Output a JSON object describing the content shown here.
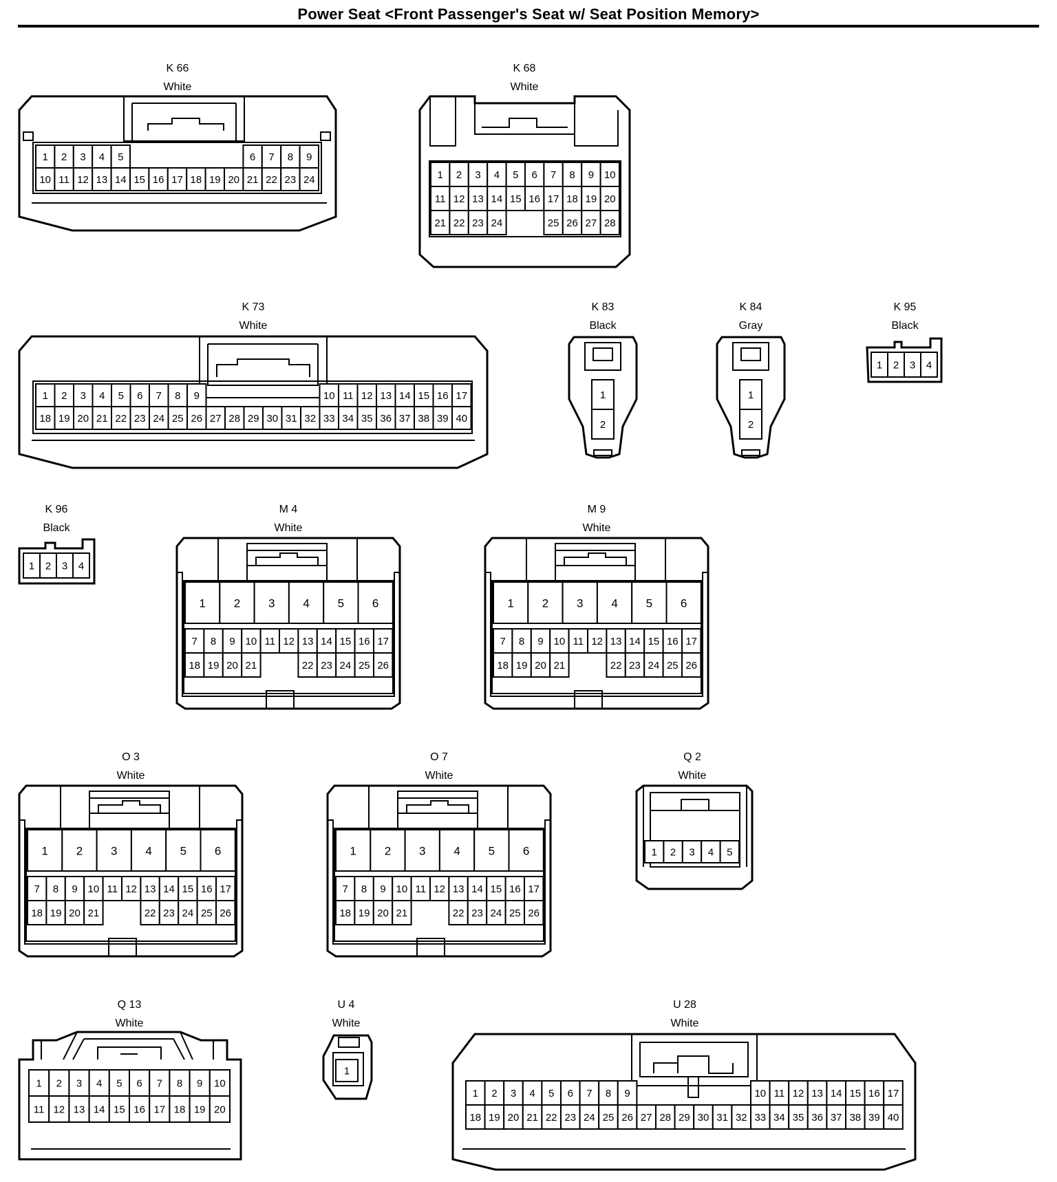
{
  "title": "Power Seat <Front Passenger's Seat w/ Seat Position Memory>",
  "connectors": [
    {
      "id": "K 66",
      "color": "White",
      "rows": [
        [
          "1",
          "2",
          "3",
          "4",
          "5",
          "",
          "",
          "",
          "",
          "",
          "",
          "6",
          "7",
          "8",
          "9"
        ],
        [
          "10",
          "11",
          "12",
          "13",
          "14",
          "15",
          "16",
          "17",
          "18",
          "19",
          "20",
          "21",
          "22",
          "23",
          "24"
        ]
      ]
    },
    {
      "id": "K 68",
      "color": "White",
      "rows": [
        [
          "1",
          "2",
          "3",
          "4",
          "5",
          "6",
          "7",
          "8",
          "9",
          "10"
        ],
        [
          "11",
          "12",
          "13",
          "14",
          "15",
          "16",
          "17",
          "18",
          "19",
          "20"
        ],
        [
          "21",
          "22",
          "23",
          "24",
          "",
          "",
          "25",
          "26",
          "27",
          "28"
        ]
      ]
    },
    {
      "id": "K 73",
      "color": "White",
      "rows": [
        [
          "1",
          "2",
          "3",
          "4",
          "5",
          "6",
          "7",
          "8",
          "9",
          "",
          "",
          "",
          "",
          "",
          "",
          "10",
          "11",
          "12",
          "13",
          "14",
          "15",
          "16",
          "17"
        ],
        [
          "18",
          "19",
          "20",
          "21",
          "22",
          "23",
          "24",
          "25",
          "26",
          "27",
          "28",
          "29",
          "30",
          "31",
          "32",
          "33",
          "34",
          "35",
          "36",
          "37",
          "38",
          "39",
          "40"
        ]
      ]
    },
    {
      "id": "K 83",
      "color": "Black",
      "rows": [
        [
          "1"
        ],
        [
          "2"
        ]
      ]
    },
    {
      "id": "K 84",
      "color": "Gray",
      "rows": [
        [
          "1"
        ],
        [
          "2"
        ]
      ]
    },
    {
      "id": "K 95",
      "color": "Black",
      "rows": [
        [
          "1",
          "2",
          "3",
          "4"
        ]
      ]
    },
    {
      "id": "K 96",
      "color": "Black",
      "rows": [
        [
          "1",
          "2",
          "3",
          "4"
        ]
      ]
    },
    {
      "id": "M 4",
      "color": "White",
      "big": [
        "1",
        "2",
        "3",
        "4",
        "5",
        "6"
      ],
      "rows": [
        [
          "7",
          "8",
          "9",
          "10",
          "11",
          "12",
          "13",
          "14",
          "15",
          "16",
          "17"
        ],
        [
          "18",
          "19",
          "20",
          "21",
          "",
          "22",
          "23",
          "24",
          "25",
          "26"
        ]
      ]
    },
    {
      "id": "M 9",
      "color": "White",
      "big": [
        "1",
        "2",
        "3",
        "4",
        "5",
        "6"
      ],
      "rows": [
        [
          "7",
          "8",
          "9",
          "10",
          "11",
          "12",
          "13",
          "14",
          "15",
          "16",
          "17"
        ],
        [
          "18",
          "19",
          "20",
          "21",
          "",
          "22",
          "23",
          "24",
          "25",
          "26"
        ]
      ]
    },
    {
      "id": "O 3",
      "color": "White",
      "big": [
        "1",
        "2",
        "3",
        "4",
        "5",
        "6"
      ],
      "rows": [
        [
          "7",
          "8",
          "9",
          "10",
          "11",
          "12",
          "13",
          "14",
          "15",
          "16",
          "17"
        ],
        [
          "18",
          "19",
          "20",
          "21",
          "",
          "22",
          "23",
          "24",
          "25",
          "26"
        ]
      ]
    },
    {
      "id": "O 7",
      "color": "White",
      "big": [
        "1",
        "2",
        "3",
        "4",
        "5",
        "6"
      ],
      "rows": [
        [
          "7",
          "8",
          "9",
          "10",
          "11",
          "12",
          "13",
          "14",
          "15",
          "16",
          "17"
        ],
        [
          "18",
          "19",
          "20",
          "21",
          "",
          "22",
          "23",
          "24",
          "25",
          "26"
        ]
      ]
    },
    {
      "id": "Q 2",
      "color": "White",
      "rows": [
        [
          "1",
          "2",
          "3",
          "4",
          "5"
        ]
      ]
    },
    {
      "id": "Q 13",
      "color": "White",
      "rows": [
        [
          "1",
          "2",
          "3",
          "4",
          "5",
          "6",
          "7",
          "8",
          "9",
          "10"
        ],
        [
          "11",
          "12",
          "13",
          "14",
          "15",
          "16",
          "17",
          "18",
          "19",
          "20"
        ]
      ]
    },
    {
      "id": "U 4",
      "color": "White",
      "rows": [
        [
          "1"
        ]
      ]
    },
    {
      "id": "U 28",
      "color": "White",
      "rows": [
        [
          "1",
          "2",
          "3",
          "4",
          "5",
          "6",
          "7",
          "8",
          "9",
          "",
          "",
          "",
          "",
          "",
          "",
          "10",
          "11",
          "12",
          "13",
          "14",
          "15",
          "16",
          "17"
        ],
        [
          "18",
          "19",
          "20",
          "21",
          "22",
          "23",
          "24",
          "25",
          "26",
          "27",
          "28",
          "29",
          "30",
          "31",
          "32",
          "33",
          "34",
          "35",
          "36",
          "37",
          "38",
          "39",
          "40"
        ]
      ]
    }
  ]
}
